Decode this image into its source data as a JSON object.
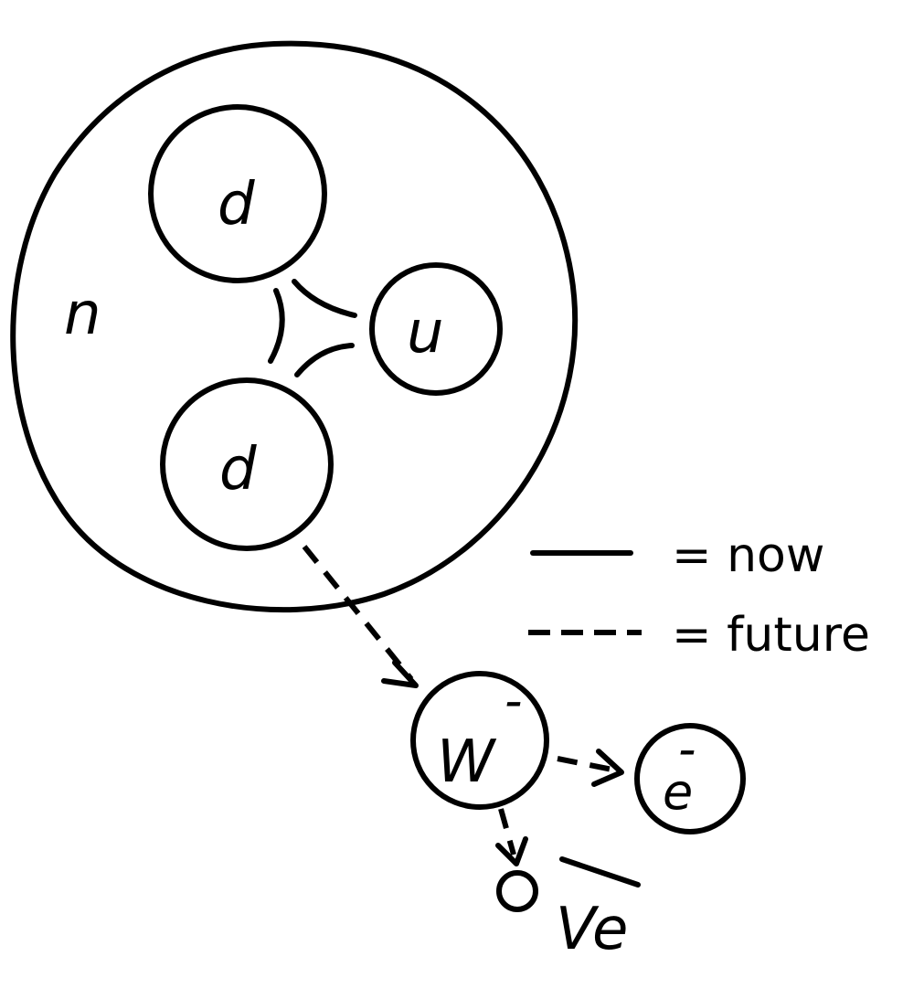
{
  "diagram": {
    "neutron_label": "n",
    "quark_top": "d",
    "quark_right": "u",
    "quark_bottom": "d",
    "boson_label": "W",
    "boson_charge": "-",
    "electron_label": "e",
    "electron_charge": "-",
    "neutrino_label": "Ve",
    "neutrino_bar": "—"
  },
  "legend": {
    "solid_label": "= now",
    "dashed_label": "= future"
  },
  "colors": {
    "ink": "#000000",
    "background": "#ffffff"
  }
}
